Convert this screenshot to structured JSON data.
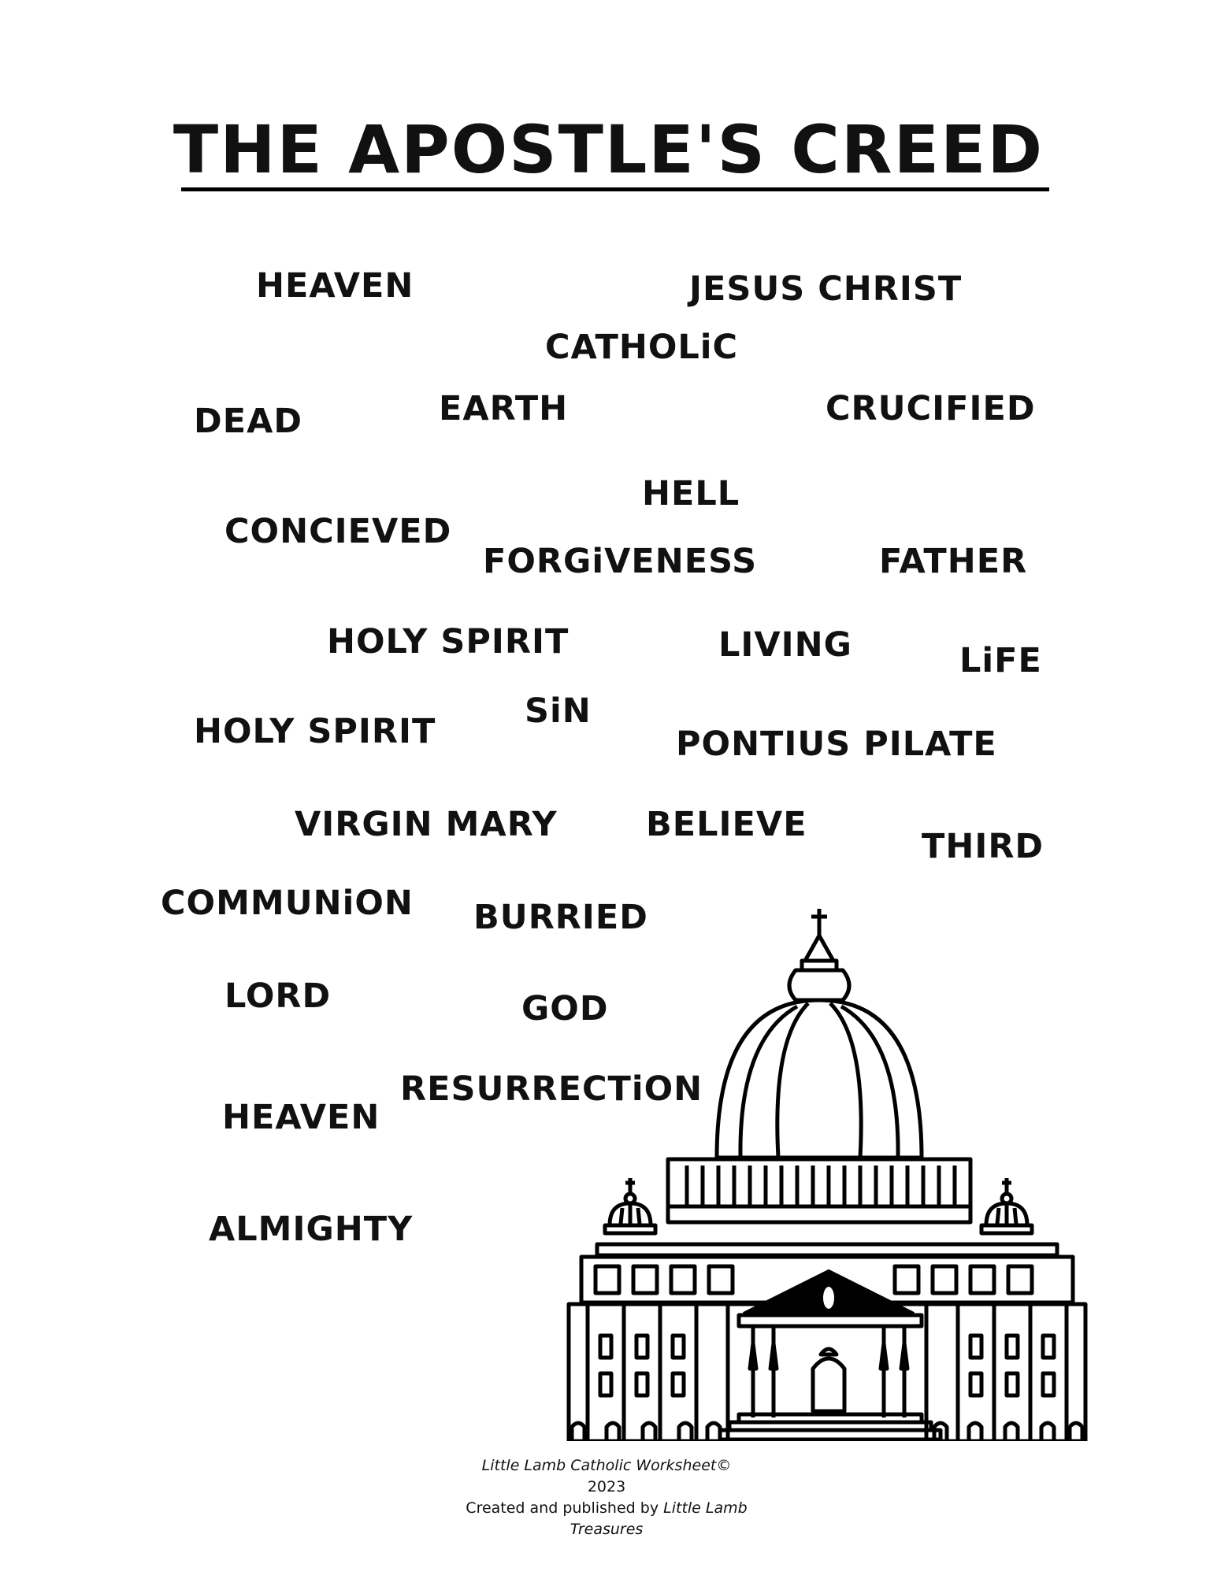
{
  "title": "THE APOSTLE'S CREED",
  "words": [
    "HEAVEN",
    "JESUS CHRIST",
    "CATHOLiC",
    "DEAD",
    "EARTH",
    "CRUCIFIED",
    "HELL",
    "CONCIEVED",
    "FORGiVENESS",
    "FATHER",
    "HOLY SPIRIT",
    "LIVING",
    "LiFE",
    "HOLY SPIRIT",
    "SiN",
    "PONTIUS PILATE",
    "VIRGIN MARY",
    "BELIEVE",
    "THIRD",
    "COMMUNiON",
    "BURRIED",
    "LORD",
    "GOD",
    "RESURRECTiON",
    "HEAVEN",
    "ALMIGHTY"
  ],
  "footer": {
    "line1": "Little Lamb Catholic Worksheet",
    "copyright": "©",
    "line2": "2023",
    "line3_prefix": "Created and published by ",
    "line3_em": "Little Lamb",
    "line4": "Treasures"
  },
  "illustration": "basilica-icon"
}
